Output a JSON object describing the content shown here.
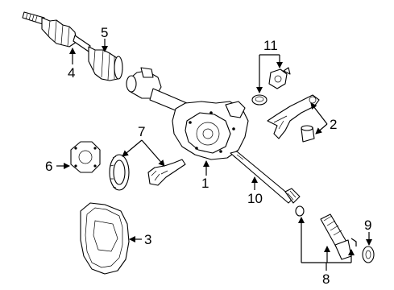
{
  "diagram": {
    "callouts": [
      {
        "id": "1",
        "text": "1"
      },
      {
        "id": "2",
        "text": "2"
      },
      {
        "id": "3",
        "text": "3"
      },
      {
        "id": "4",
        "text": "4"
      },
      {
        "id": "5",
        "text": "5"
      },
      {
        "id": "6",
        "text": "6"
      },
      {
        "id": "7",
        "text": "7"
      },
      {
        "id": "8",
        "text": "8"
      },
      {
        "id": "9",
        "text": "9"
      },
      {
        "id": "10",
        "text": "10"
      },
      {
        "id": "11",
        "text": "11"
      }
    ]
  }
}
